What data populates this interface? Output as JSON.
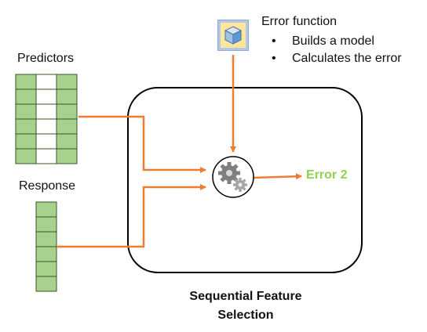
{
  "error_function": {
    "title": "Error function",
    "bullets": [
      "Builds a model",
      "Calculates the error"
    ],
    "icon": "cube-icon"
  },
  "predictors": {
    "label": "Predictors"
  },
  "response": {
    "label": "Response"
  },
  "process": {
    "caption": "Sequential Feature Selection",
    "icon": "gears-icon"
  },
  "output": {
    "label": "Error 2"
  },
  "colors": {
    "arrow": "#ed7d31",
    "output_text": "#92d050",
    "cell_fill": "#a9d18e",
    "cell_border": "#375623",
    "cube_bg": "#ffe699",
    "cube_frame": "#b4c7e7"
  }
}
